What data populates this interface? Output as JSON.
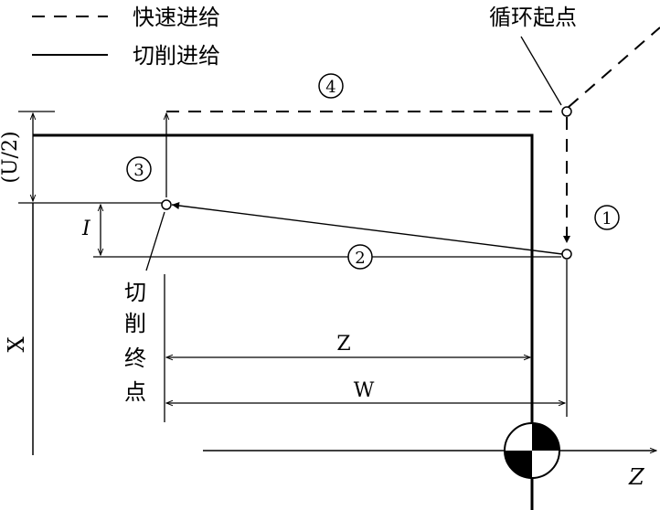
{
  "legend": {
    "rapid_label": "快速进给",
    "cut_label": "切削进给"
  },
  "labels": {
    "cycle_start": "循环起点",
    "cut_end_chars": [
      "切",
      "削",
      "终",
      "点"
    ],
    "step_1": "1",
    "step_2": "2",
    "step_3": "3",
    "step_4": "4",
    "u_half": "(U/2)",
    "i_label": "I",
    "x_label": "X",
    "z_dim": "Z",
    "w_dim": "W",
    "z_axis": "Z"
  }
}
